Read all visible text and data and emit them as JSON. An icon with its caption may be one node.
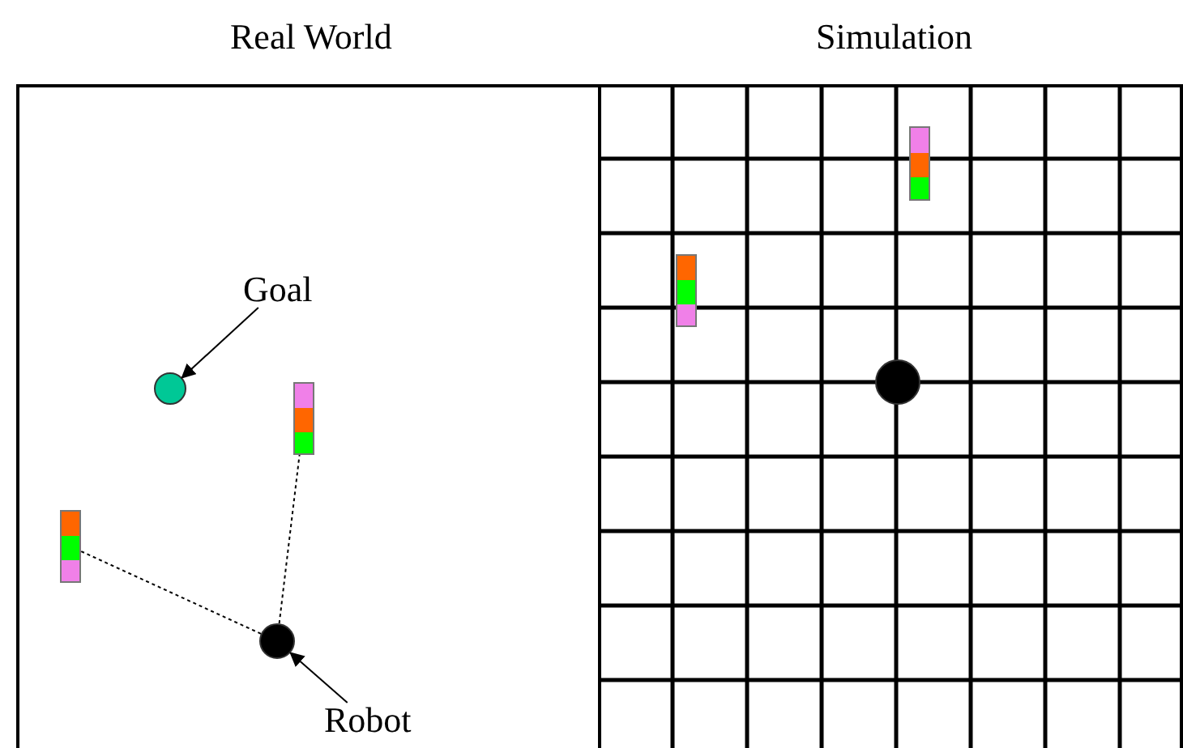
{
  "diagram": {
    "nodes": [
      {
        "text": [
          "Real World"
        ]
      },
      {
        "text": [
          "Goal"
        ],
        "in": 0
      },
      {
        "text": [],
        "shape": "circle",
        "in": 0
      },
      {
        "text": [],
        "shape": "box",
        "in": 0
      },
      {
        "text": [],
        "shape": "box",
        "in": 0
      },
      {
        "text": [],
        "shape": "circle",
        "in": 0
      },
      {
        "text": [
          "Robot"
        ],
        "in": 0
      },
      {
        "text": [
          "Simulation"
        ]
      },
      {
        "text": [],
        "shape": "box",
        "in": 7
      },
      {
        "text": [],
        "shape": "box",
        "in": 7
      },
      {
        "text": [],
        "shape": "circle",
        "in": 7
      }
    ],
    "edges": [
      {
        "from": 1,
        "to": 2,
        "arrow": "to"
      },
      {
        "from": 5,
        "to": 3,
        "arrow": "none",
        "style": "dashed"
      },
      {
        "from": 5,
        "to": 4,
        "arrow": "none",
        "style": "dashed"
      },
      {
        "from": 6,
        "to": 5,
        "arrow": "to"
      }
    ]
  }
}
